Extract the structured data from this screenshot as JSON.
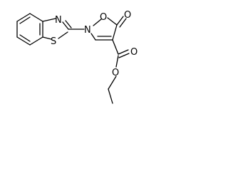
{
  "molecule": {
    "atoms": {
      "n_thiazole": "N",
      "s_thiazole": "S",
      "n_isoxazole": "N",
      "o_ring": "O",
      "o_carbonyl": "O",
      "o_ester_carbonyl": "O",
      "o_ester": "O"
    },
    "colors": {
      "bond": "#000000",
      "label": "#000000",
      "background": "#ffffff"
    }
  }
}
